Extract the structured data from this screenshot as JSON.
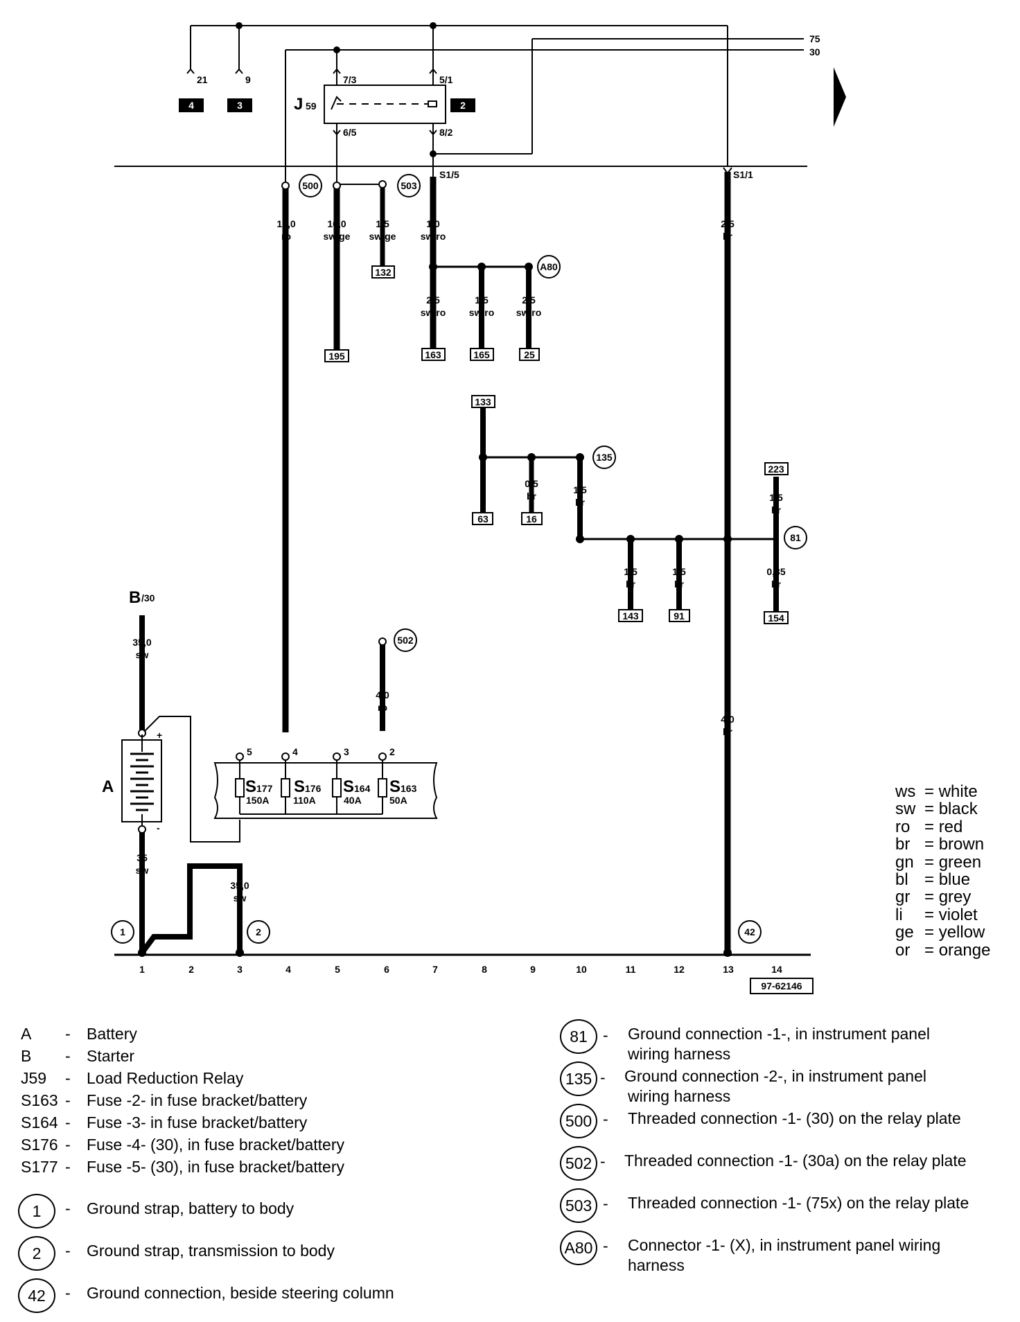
{
  "diagram": {
    "top_terminals": [
      "21",
      "9",
      "75",
      "30"
    ],
    "block_labels": [
      "4",
      "3",
      "2"
    ],
    "relay": {
      "name": "J",
      "sub": "59",
      "pins": [
        "7/3",
        "5/1",
        "6/5",
        "8/2"
      ]
    },
    "connection_points": [
      "S1/5",
      "S1/1"
    ],
    "threaded_points": [
      "500",
      "503",
      "502"
    ],
    "connector_label": "A80",
    "ground_points": [
      "1",
      "2",
      "42",
      "81",
      "135"
    ],
    "wires": [
      {
        "size": "16,0",
        "color": "ro"
      },
      {
        "size": "10,0",
        "color": "sw/ge"
      },
      {
        "size": "1,5",
        "color": "sw/ge"
      },
      {
        "size": "1,0",
        "color": "sw/ro"
      },
      {
        "size": "2,5",
        "color": "br"
      },
      {
        "size": "2,5",
        "color": "sw/ro"
      },
      {
        "size": "1,5",
        "color": "sw/ro"
      },
      {
        "size": "2,5",
        "color": "sw/ro"
      },
      {
        "size": "0,5",
        "color": "br"
      },
      {
        "size": "1,5",
        "color": "br"
      },
      {
        "size": "1,5",
        "color": "br"
      },
      {
        "size": "1,5",
        "color": "br"
      },
      {
        "size": "1,5",
        "color": "br"
      },
      {
        "size": "0,35",
        "color": "br"
      },
      {
        "size": "35,0",
        "color": "sw"
      },
      {
        "size": "4,0",
        "color": "ro"
      },
      {
        "size": "4,0",
        "color": "br"
      },
      {
        "size": "35",
        "color": "sw"
      },
      {
        "size": "35,0",
        "color": "sw"
      }
    ],
    "references": [
      "132",
      "195",
      "163",
      "165",
      "25",
      "133",
      "63",
      "16",
      "223",
      "143",
      "91",
      "154"
    ],
    "starter": {
      "letter": "B",
      "terminal": "/30"
    },
    "battery": {
      "letter": "A",
      "plus": "+",
      "minus": "-"
    },
    "fuse_pins": [
      "5",
      "4",
      "3",
      "2"
    ],
    "fuses": [
      {
        "code": "S",
        "num": "177",
        "rating": "150A"
      },
      {
        "code": "S",
        "num": "176",
        "rating": "110A"
      },
      {
        "code": "S",
        "num": "164",
        "rating": "40A"
      },
      {
        "code": "S",
        "num": "163",
        "rating": "50A"
      }
    ],
    "track_numbers": [
      "1",
      "2",
      "3",
      "4",
      "5",
      "6",
      "7",
      "8",
      "9",
      "10",
      "11",
      "12",
      "13",
      "14"
    ],
    "figure_id": "97-62146"
  },
  "color_codes": [
    {
      "abbr": "ws",
      "name": "white"
    },
    {
      "abbr": "sw",
      "name": "black"
    },
    {
      "abbr": "ro",
      "name": "red"
    },
    {
      "abbr": "br",
      "name": "brown"
    },
    {
      "abbr": "gn",
      "name": "green"
    },
    {
      "abbr": "bl",
      "name": "blue"
    },
    {
      "abbr": "gr",
      "name": "grey"
    },
    {
      "abbr": "li",
      "name": "violet"
    },
    {
      "abbr": "ge",
      "name": "yellow"
    },
    {
      "abbr": "or",
      "name": "orange"
    }
  ],
  "legend_left": [
    {
      "code": "A",
      "text": "Battery"
    },
    {
      "code": "B",
      "text": "Starter"
    },
    {
      "code": "J59",
      "text": "Load Reduction Relay"
    },
    {
      "code": "S163",
      "text": "Fuse -2- in fuse bracket/battery"
    },
    {
      "code": "S164",
      "text": "Fuse -3- in fuse bracket/battery"
    },
    {
      "code": "S176",
      "text": "Fuse -4- (30), in fuse bracket/battery"
    },
    {
      "code": "S177",
      "text": "Fuse -5- (30), in fuse bracket/battery"
    }
  ],
  "legend_circles": [
    {
      "code": "1",
      "text": "Ground strap, battery to body"
    },
    {
      "code": "2",
      "text": "Ground strap, transmission to body"
    },
    {
      "code": "42",
      "text": "Ground connection, beside steering column"
    }
  ],
  "legend_right": [
    {
      "code": "81",
      "line1": "Ground connection -1-, in instrument panel",
      "line2": "wiring harness"
    },
    {
      "code": "135",
      "line1": "Ground connection -2-, in instrument panel",
      "line2": "wiring harness"
    },
    {
      "code": "500",
      "line1": "Threaded connection -1- (30) on the relay plate",
      "line2": ""
    },
    {
      "code": "502",
      "line1": "Threaded connection -1- (30a) on the relay plate",
      "line2": ""
    },
    {
      "code": "503",
      "line1": "Threaded connection -1- (75x) on the relay plate",
      "line2": ""
    },
    {
      "code": "A80",
      "line1": "Connector -1- (X), in instrument panel wiring",
      "line2": "harness"
    }
  ],
  "legend_dash": "-"
}
